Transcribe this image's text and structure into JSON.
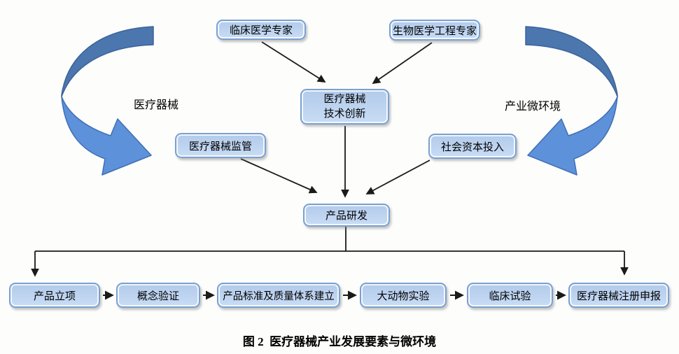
{
  "figure": {
    "caption": "图 2  医疗器械产业发展要素与微环境",
    "side_labels": {
      "left": "医疗器械",
      "right": "产业微环境"
    },
    "nodes": {
      "clinical_expert": "临床医学专家",
      "biomedical_expert": "生物医学工程专家",
      "innovation_line1": "医疗器械",
      "innovation_line2": "技术创新",
      "regulation": "医疗器械监管",
      "capital": "社会资本投入",
      "rnd": "产品研发"
    },
    "process_steps": [
      "产品立项",
      "概念验证",
      "产品标准及质量体系建立",
      "大动物实验",
      "临床试验",
      "医疗器械注册申报"
    ],
    "colors": {
      "box_fill": "#bcd3ef",
      "box_border": "#7aa0d2",
      "curve_arrow_dark": "#4b76ae",
      "curve_arrow_light": "#5d92da",
      "connector": "#1a1a1a"
    }
  }
}
